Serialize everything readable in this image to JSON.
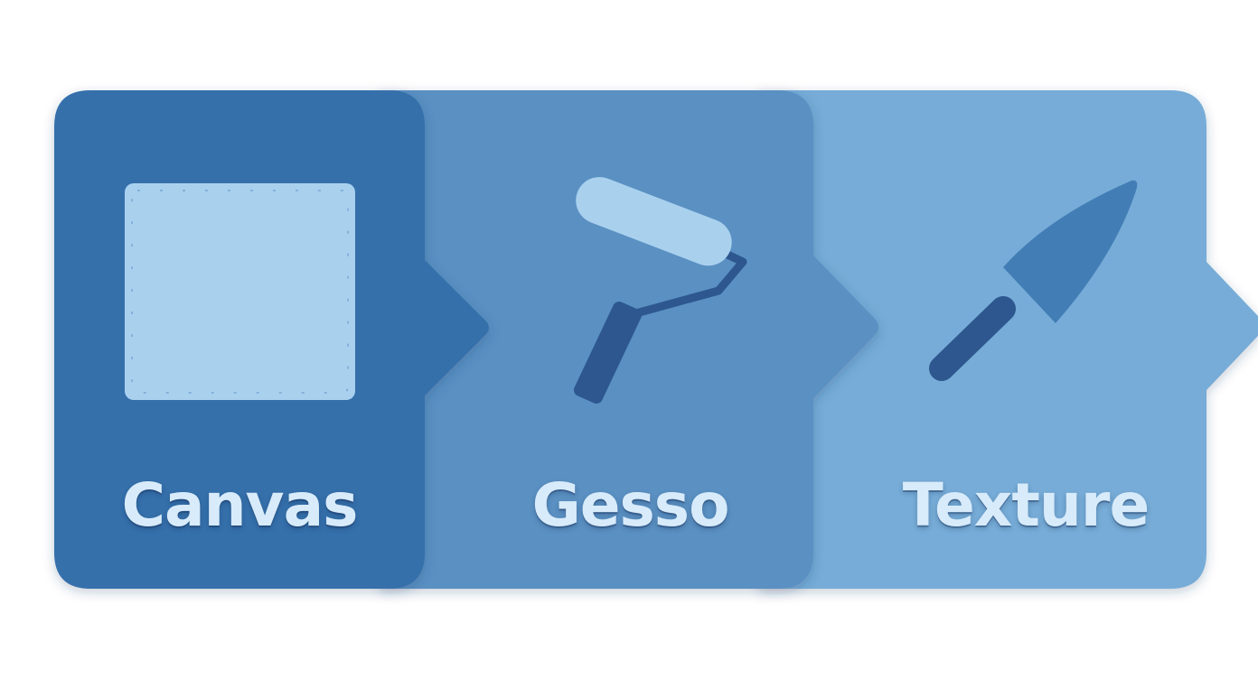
{
  "steps": [
    {
      "label": "Canvas",
      "icon": "canvas-square-icon",
      "color": "#3470ab"
    },
    {
      "label": "Gesso",
      "icon": "paint-roller-icon",
      "color": "#5a90c2"
    },
    {
      "label": "Texture",
      "icon": "palette-knife-icon",
      "color": "#76acd7"
    }
  ],
  "colors": {
    "icon_light": "#a9d1ee",
    "icon_dark": "#2d578e",
    "knife_blade": "#427db6",
    "label_text": "#d8ebfa"
  }
}
